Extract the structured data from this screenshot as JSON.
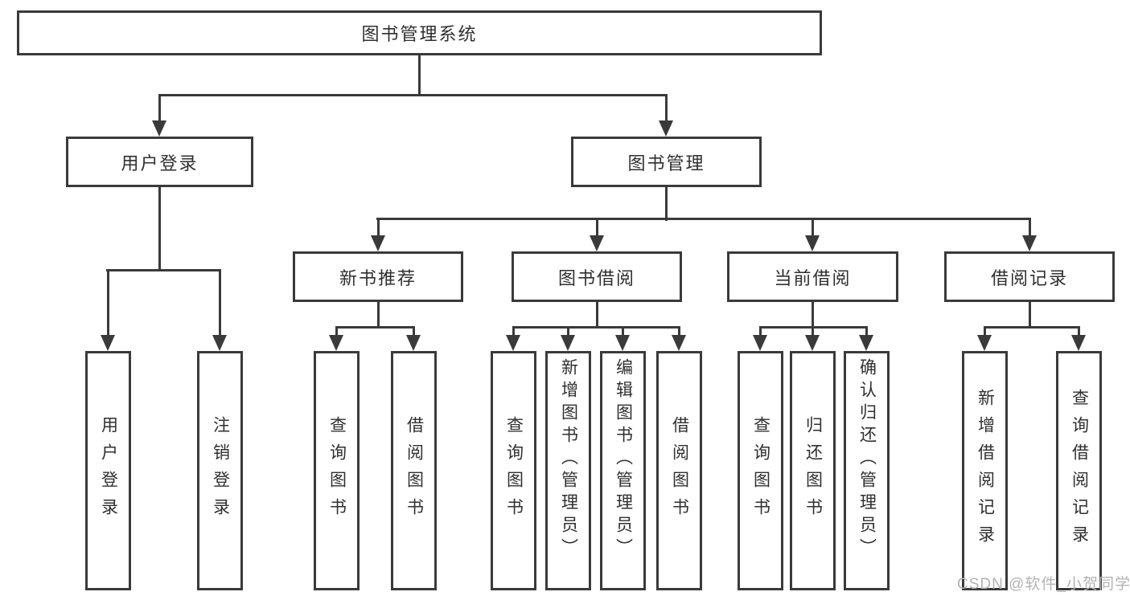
{
  "nodes": {
    "root": "图书管理系统",
    "userLogin": "用户登录",
    "bookMgmt": "图书管理",
    "newBookRec": "新书推荐",
    "bookBorrow": "图书借阅",
    "currentBorrow": "当前借阅",
    "borrowRecord": "借阅记录",
    "leafUserLogin": "用户登录",
    "leafLogout": "注销登录",
    "recQuery": "查询图书",
    "recBorrow": "借阅图书",
    "bbQuery": "查询图书",
    "bbAdd": "新增图书（管理员）",
    "bbEdit": "编辑图书（管理员）",
    "bbBorrow": "借阅图书",
    "cbQuery": "查询图书",
    "cbReturn": "归还图书",
    "cbConfirm": "确认归还（管理员）",
    "brAdd": "新增借阅记录",
    "brQuery": "查询借阅记录"
  },
  "watermark": {
    "text": "CSDN @软件_小贺同学"
  },
  "colors": {
    "line": "#3a3a3a",
    "text": "#2f2f2f",
    "watermark": "#b3b3b3",
    "background": "#ffffff"
  }
}
